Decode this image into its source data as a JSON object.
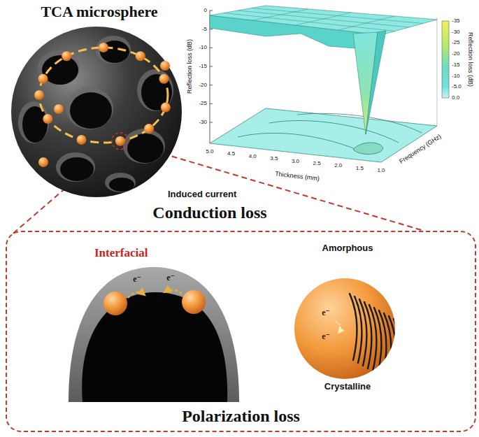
{
  "diagram": {
    "nodes": [
      {
        "text": [
          "TCA microsphere"
        ]
      },
      {
        "text": [
          "Polarization loss"
        ]
      },
      {
        "text": [
          "Interfacial"
        ],
        "in": 1
      },
      {
        "text": [
          "Amorphous",
          "Crystalline"
        ],
        "in": 1
      }
    ],
    "edges": [
      {
        "from": 0,
        "to": 1,
        "arrow": "none"
      },
      {
        "from": 0,
        "to": 1,
        "arrow": "none"
      }
    ],
    "labels": [
      "Conduction loss",
      "Induced current",
      "e⁻",
      "e⁻",
      "e⁻",
      "e⁻",
      "Reflection loss (dB)",
      "0",
      "-5",
      "-10",
      "-15",
      "-20",
      "-25",
      "-30",
      "Thickness (mm)",
      "5.0",
      "4.5",
      "4.0",
      "3.5",
      "3.0",
      "2.5",
      "2.0",
      "1.5",
      "1.0",
      "Frequency (GHz)",
      "Reflection loss (dB)",
      "-35",
      "-30",
      "-25",
      "-20",
      "-15",
      "-10",
      "-5.0",
      "0.0"
    ]
  }
}
